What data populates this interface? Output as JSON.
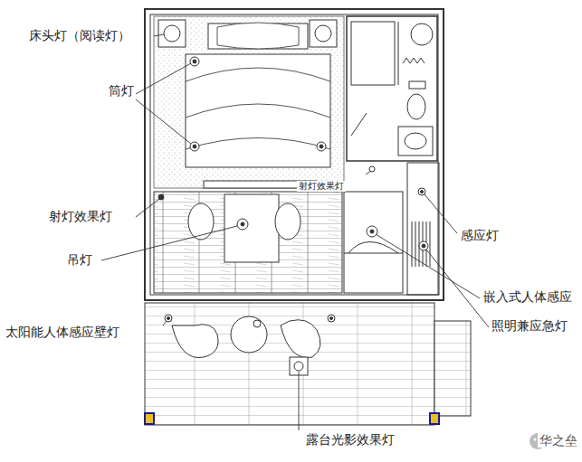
{
  "diagram": {
    "labels": [
      "床头灯（阅读灯）",
      "筒灯",
      "射灯效果灯",
      "射灯效果灯",
      "吊灯",
      "太阳能人体感应壁灯",
      "露台光影效果灯",
      "感应灯",
      "嵌入式人体感应",
      "照明兼应急灯",
      "华之垒"
    ]
  }
}
